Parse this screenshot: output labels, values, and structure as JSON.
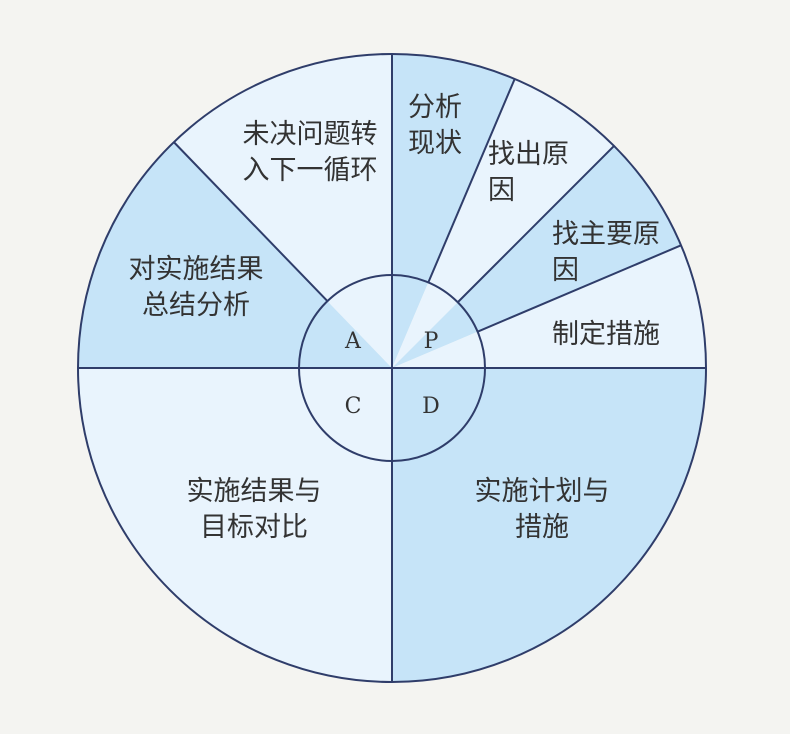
{
  "colors": {
    "background": "#f4f4f1",
    "light_fill": "#e9f4fd",
    "medium_fill": "#c6e4f8",
    "hub_fill": "#fbf9ef",
    "stroke": "#2f3d6a",
    "text": "#333333"
  },
  "hub": {
    "A": "A",
    "P": "P",
    "C": "C",
    "D": "D"
  },
  "segments": {
    "p_analyze": {
      "line1": "分析",
      "line2": "现状"
    },
    "p_find_cause": {
      "line1": "找出原",
      "line2": "因"
    },
    "p_main_cause": {
      "line1": "找主要原",
      "line2": "因"
    },
    "p_measures": {
      "line1": "制定措施"
    },
    "d_plan": {
      "line1": "实施计划与",
      "line2": "措施"
    },
    "c_compare": {
      "line1": "实施结果与",
      "line2": "目标对比"
    },
    "a_summary": {
      "line1": "对实施结果",
      "line2": "总结分析"
    },
    "a_next_cycle": {
      "line1": "未决问题转",
      "line2": "入下一循环"
    }
  }
}
